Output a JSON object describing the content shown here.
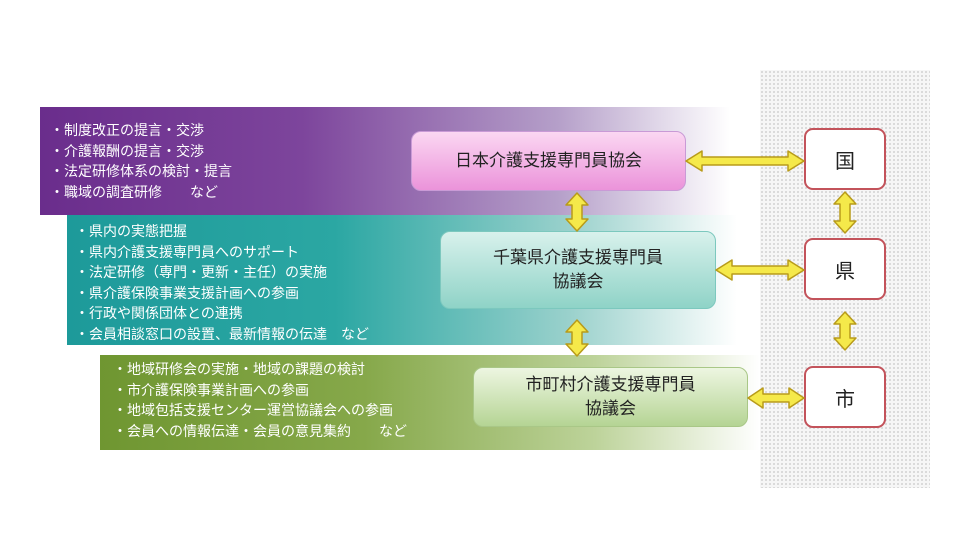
{
  "national": {
    "items": [
      "・制度改正の提言・交渉",
      "・介護報酬の提言・交渉",
      "・法定研修体系の検討・提言",
      "・職域の調査研修　　など"
    ],
    "org": "日本介護支援専門員協会"
  },
  "prefecture": {
    "items": [
      "・県内の実態把握",
      "・県内介護支援専門員へのサポート",
      "・法定研修（専門・更新・主任）の実施",
      "・県介護保険事業支援計画への参画",
      "・行政や関係団体との連携",
      "・会員相談窓口の設置、最新情報の伝達　など"
    ],
    "org_line1": "千葉県介護支援専門員",
    "org_line2": "協議会"
  },
  "municipal": {
    "items": [
      "・地域研修会の実施・地域の課題の検討",
      "・市介護保険事業計画への参画",
      "・地域包括支援センター運営協議会への参画",
      "・会員への情報伝達・会員の意見集約　　など"
    ],
    "org_line1": "市町村介護支援専門員",
    "org_line2": "協議会"
  },
  "government": {
    "kuni": "国",
    "ken": "県",
    "shi": "市"
  },
  "colors": {
    "national": "#6a2d8c",
    "prefecture": "#1d9a9a",
    "municipal": "#6f9631",
    "arrow_fill": "#f5e94a",
    "arrow_stroke": "#b89b1a",
    "gov_border": "#c3535b"
  }
}
